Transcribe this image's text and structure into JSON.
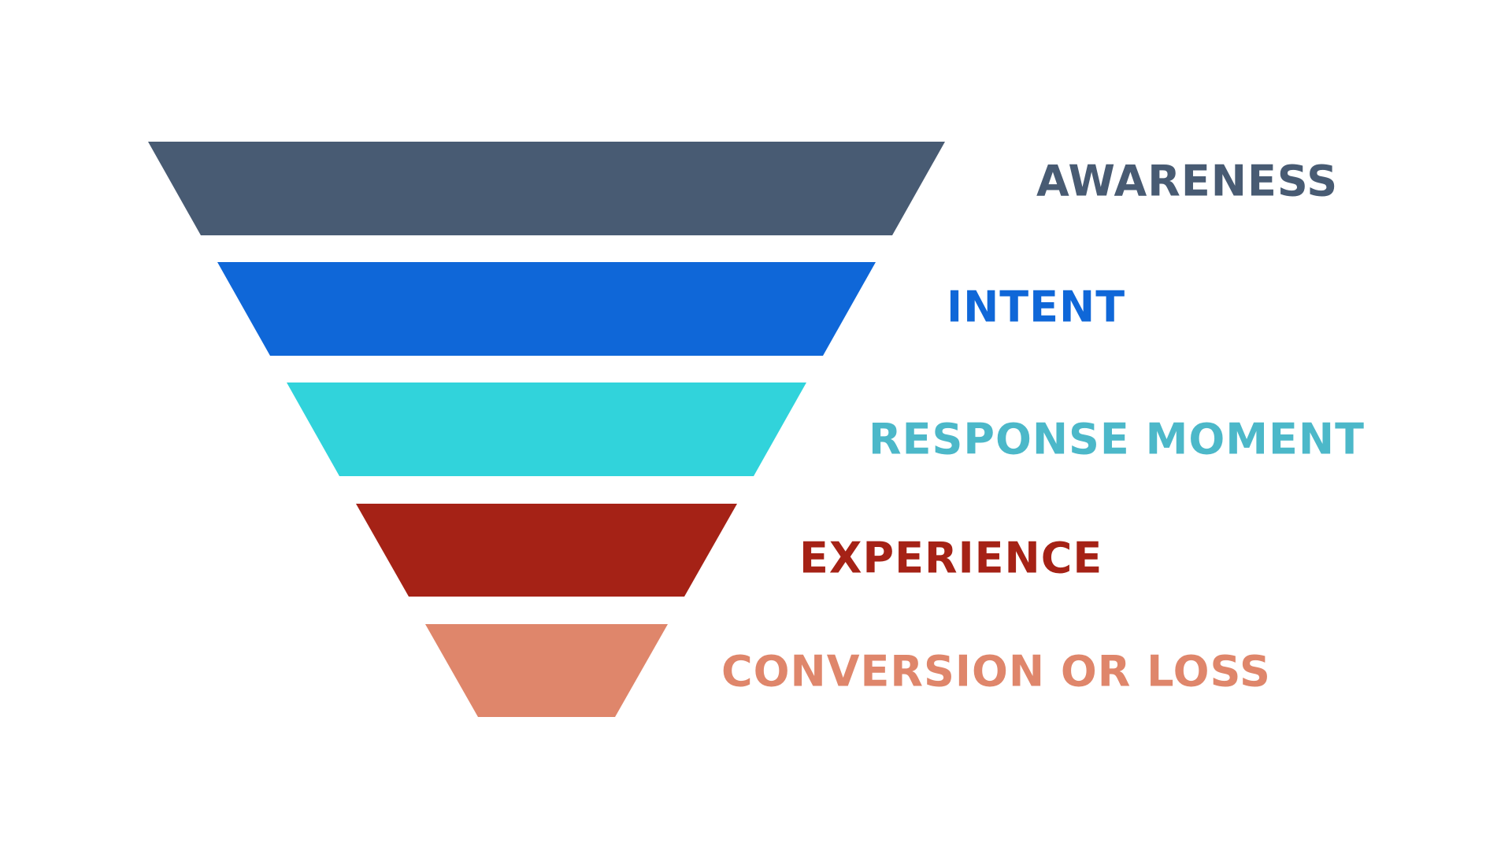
{
  "funnel": {
    "stages": [
      {
        "label": "AWARENESS",
        "fill_color": "#485B73",
        "label_color": "#485B73"
      },
      {
        "label": "INTENT",
        "fill_color": "#0F67D8",
        "label_color": "#0F67D8"
      },
      {
        "label": "RESPONSE MOMENT",
        "fill_color": "#31D3DB",
        "label_color": "#4CB8C9"
      },
      {
        "label": "EXPERIENCE",
        "fill_color": "#A52216",
        "label_color": "#A52216"
      },
      {
        "label": "CONVERSION OR LOSS",
        "fill_color": "#DF866B",
        "label_color": "#DF866B"
      }
    ]
  }
}
